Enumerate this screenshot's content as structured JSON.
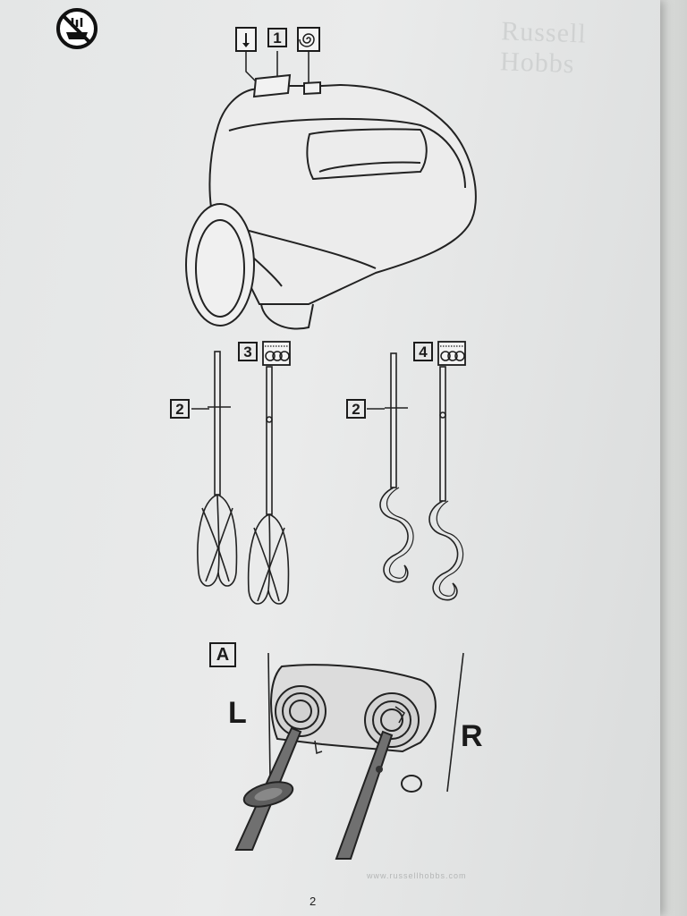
{
  "watermark_brand": "Russell Hobbs",
  "labels": {
    "speed_control": "1",
    "whisk_callout": "2",
    "hook_callout": "2",
    "whisks_number": "3",
    "hooks_number": "4",
    "insert_diagram": "A",
    "left_socket": "L",
    "right_socket": "R"
  },
  "footer": {
    "url": "www.russellhobbs.com",
    "page_number": "2"
  },
  "icons": [
    "no-water-immersion-icon",
    "eject-button-icon",
    "turbo-swirl-icon",
    "dishwasher-safe-icon"
  ]
}
